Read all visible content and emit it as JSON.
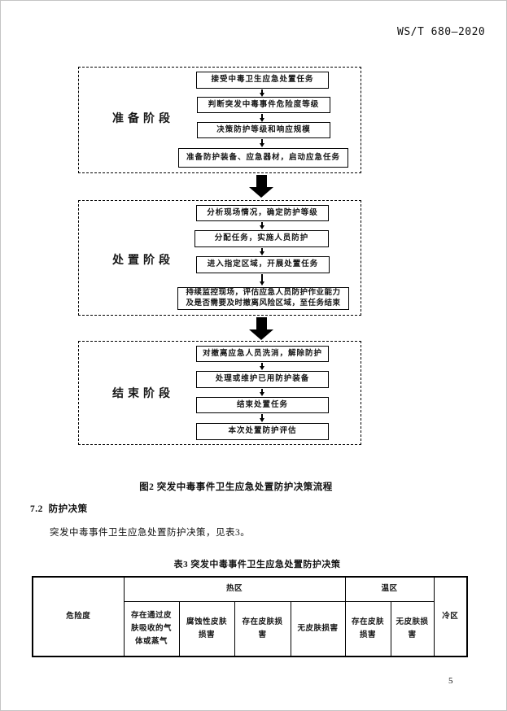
{
  "page": {
    "header_ref": "WS/T 680—2020",
    "page_number": "5"
  },
  "flowchart": {
    "caption": "图2  突发中毒事件卫生应急处置防护决策流程",
    "stages": [
      {
        "label": "准备阶段",
        "steps": [
          "接受中毒卫生应急处置任务",
          "判断突发中毒事件危险度等级",
          "决策防护等级和响应规模",
          "准备防护装备、应急器材，启动应急任务"
        ]
      },
      {
        "label": "处置阶段",
        "steps": [
          "分析现场情况，确定防护等级",
          "分配任务，实施人员防护",
          "进入指定区域，开展处置任务",
          "持续监控现场，评估应急人员防护作业能力\n及是否需要及时撤离风险区域，至任务结束"
        ]
      },
      {
        "label": "结束阶段",
        "steps": [
          "对撤离应急人员洗消，解除防护",
          "处理或维护已用防护装备",
          "结束处置任务",
          "本次处置防护评估"
        ]
      }
    ]
  },
  "section": {
    "number": "7.2",
    "title": "防护决策",
    "body": "突发中毒事件卫生应急处置防护决策，见表3。"
  },
  "table": {
    "title": "表3  突发中毒事件卫生应急处置防护决策",
    "row_header": "危险度",
    "groups": [
      {
        "label": "热区",
        "columns": [
          "存在通过皮肤吸收的气体或蒸气",
          "腐蚀性皮肤损害",
          "存在皮肤损害",
          "无皮肤损害"
        ]
      },
      {
        "label": "温区",
        "columns": [
          "存在皮肤损害",
          "无皮肤损害"
        ]
      }
    ],
    "last_column": "冷区"
  }
}
